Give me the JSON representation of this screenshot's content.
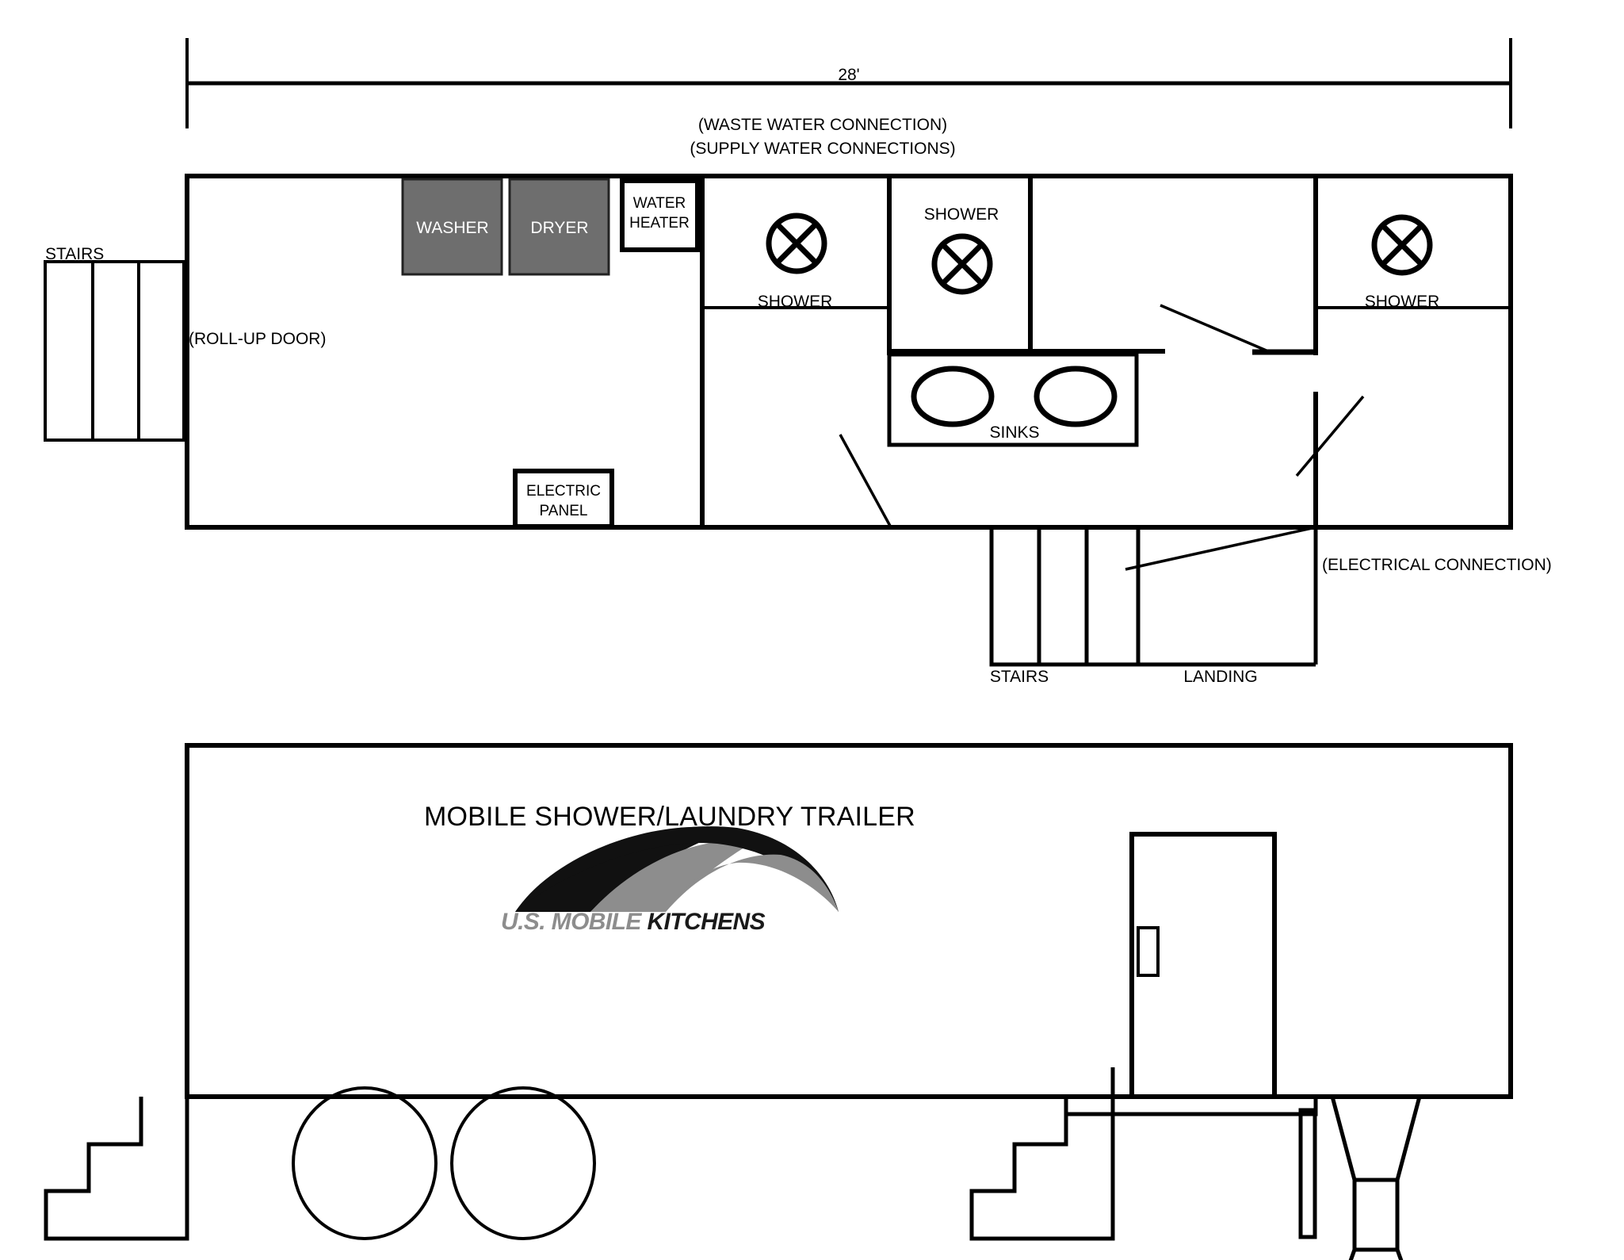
{
  "drawing": {
    "title": "MOBILE SHOWER/LAUNDRY TRAILER",
    "dimension_label": "28'",
    "notes": {
      "waste_water": "(WASTE WATER CONNECTION)",
      "supply_water": "(SUPPLY WATER CONNECTIONS)",
      "electrical": "(ELECTRICAL CONNECTION)",
      "roll_up_door": "(ROLL-UP DOOR)"
    },
    "plan": {
      "stairs_left": "STAIRS",
      "washer": "WASHER",
      "dryer": "DRYER",
      "water_heater_line1": "WATER",
      "water_heater_line2": "HEATER",
      "electric_panel_line1": "ELECTRIC",
      "electric_panel_line2": "PANEL",
      "shower_left": "SHOWER",
      "shower_middle": "SHOWER",
      "shower_right": "SHOWER",
      "sinks": "SINKS",
      "stairs_right": "STAIRS",
      "landing": "LANDING"
    },
    "logo": {
      "text_part1": "U.S. MOBILE ",
      "text_part2": "KITCHENS",
      "full_text": "U.S. MOBILE KITCHENS"
    },
    "colors": {
      "line": "#000000",
      "appliance_fill": "#6e6e6e",
      "logo_dark": "#1a1a1a",
      "logo_grey": "#8d8d8d",
      "background": "#ffffff"
    }
  }
}
